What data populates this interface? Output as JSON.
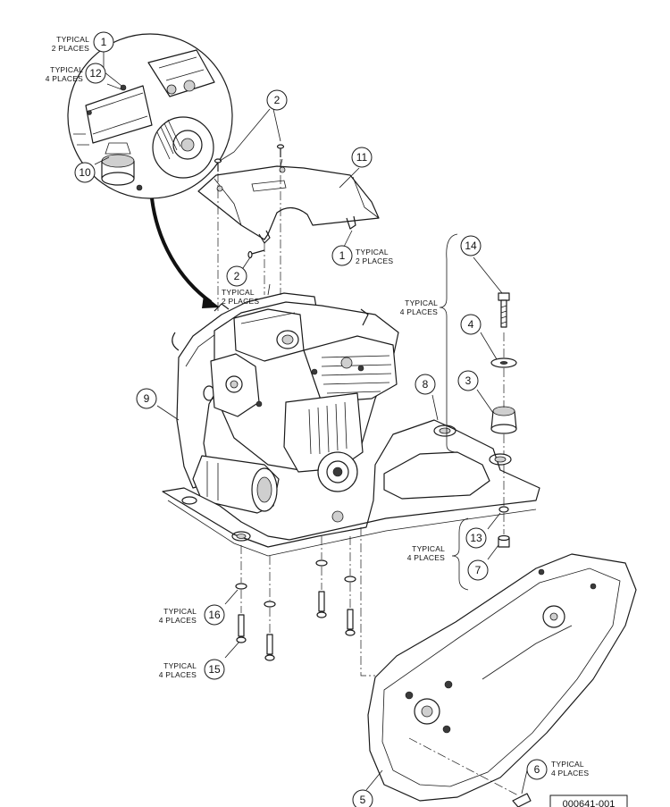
{
  "figure_id": "000641-001",
  "callouts": {
    "c1a": "1",
    "c12": "12",
    "c10": "10",
    "c2a": "2",
    "c11": "11",
    "c2b": "2",
    "c1b": "1",
    "c14": "14",
    "c4": "4",
    "c3": "3",
    "c8": "8",
    "c9": "9",
    "c13": "13",
    "c7": "7",
    "c16": "16",
    "c15": "15",
    "c6": "6",
    "c5": "5"
  },
  "notes": {
    "typical": "TYPICAL",
    "two_places": "2 PLACES",
    "four_places": "4 PLACES"
  }
}
